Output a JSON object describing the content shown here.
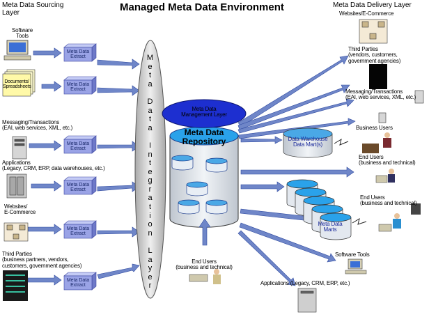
{
  "title": "Managed Meta Data Environment",
  "left_layer_title": "Meta Data Sourcing\nLayer",
  "right_layer_title": "Meta Data Delivery Layer",
  "integration_layer_text": "Meta Data Integration Layer",
  "management_layer_label": "Meta Data\nManagement Layer",
  "repository_label": "Meta Data\nRepository",
  "extract_label": "Meta Data\nExtract",
  "documents_label": "Documents/\nSpreadsheets",
  "sources": [
    "Software\nTools",
    "",
    "Messaging/Transactions\n(EAI, web services, XML, etc.)",
    "Applications\n(Legacy, CRM, ERP, data warehouses, etc.)",
    "Websites/\nE-Commerce",
    "Third Parties\n(business partners, vendors,\ncustomers, government agencies)"
  ],
  "deliveries": {
    "websites": "Websites/E-Commerce",
    "third_parties": "Third Parties\n(vendors, customers,\ngovernment agencies)",
    "messaging": "Messaging/Transactions\n(EAI, web services, XML, etc.)",
    "business_users": "Business Users",
    "data_warehouse": "Data Warehouse\nData Mart(s)",
    "end_users_1": "End Users\n(business and technical)",
    "end_users_2": "End Users\n(business and technical)",
    "data_marts": "Meta Data\nMarts",
    "software_tools": "Software Tools",
    "applications": "Applications (Legacy, CRM, ERP, etc.)"
  },
  "bottom_end_users": "End Users\n(business and technical)",
  "colors": {
    "cube_front": "#9aa3e6",
    "cube_top": "#c4cbf5",
    "cube_side": "#6e79c8",
    "arrow": "#3f5aa8",
    "cylinder": "#dde3ea",
    "disk": "#4aa8e6",
    "ellipse": "#cfcfcf",
    "management": "#1d2fd0"
  },
  "icons": [
    "computer-icon",
    "document-stack-icon",
    "server-icon",
    "cabinet-icon",
    "network-icon",
    "rack-icon",
    "person-icon",
    "black-server-icon"
  ]
}
